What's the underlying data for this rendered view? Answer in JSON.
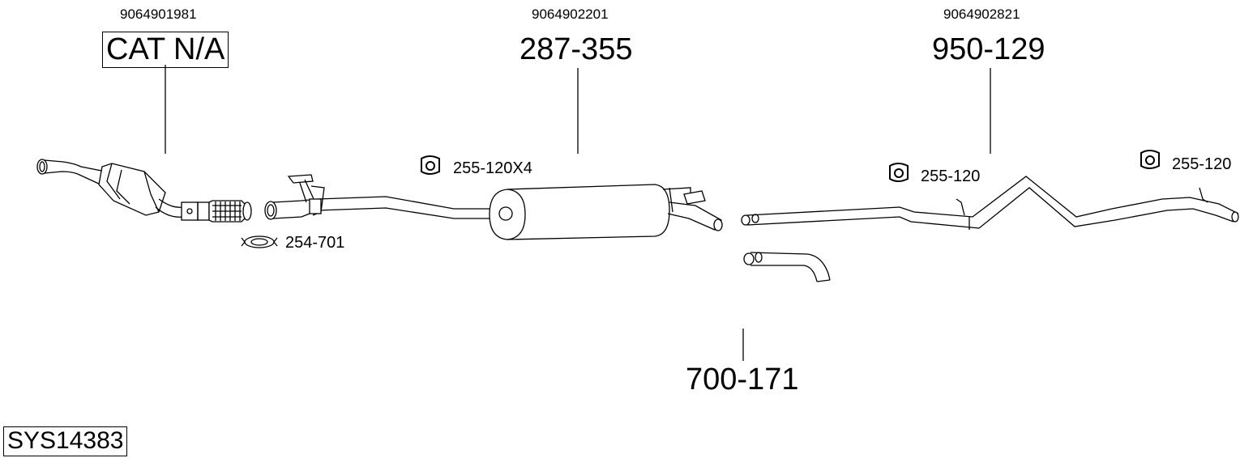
{
  "system_code": "SYS14383",
  "parts": [
    {
      "oem": "9064901981",
      "number": "CAT N/A"
    },
    {
      "oem": "9064902201",
      "number": "287-355"
    },
    {
      "oem": "9064902821",
      "number": "950-129"
    },
    {
      "oem": "",
      "number": "700-171"
    }
  ],
  "accessories": [
    {
      "number": "254-701",
      "icon": "clamp-icon"
    },
    {
      "number": "255-120X4",
      "icon": "rubber-hanger-icon"
    },
    {
      "number": "255-120",
      "icon": "rubber-hanger-icon"
    },
    {
      "number": "255-120",
      "icon": "rubber-hanger-icon"
    }
  ]
}
